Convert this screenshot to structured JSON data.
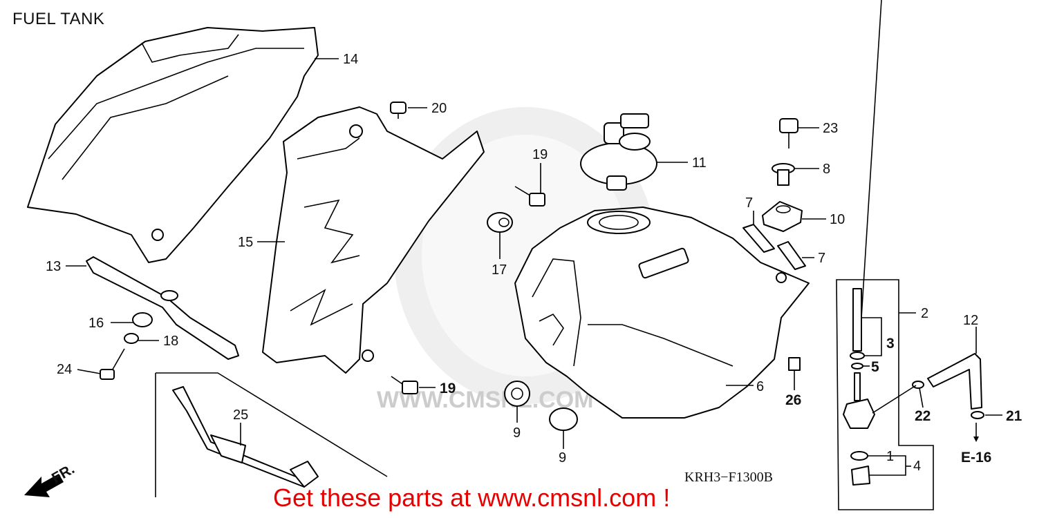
{
  "title": "FUEL TANK",
  "diagram_code": "KRH3−F1300B",
  "cta": "Get these parts at www.cmsnl.com !",
  "watermark_url": "WWW.CMSNL.COM",
  "direction_label": "FR.",
  "reference_label": "E-16",
  "callouts": [
    "14",
    "20",
    "19",
    "11",
    "23",
    "8",
    "7",
    "10",
    "15",
    "13",
    "17",
    "7",
    "2",
    "16",
    "3",
    "18",
    "5",
    "12",
    "24",
    "19",
    "6",
    "26",
    "22",
    "21",
    "25",
    "9",
    "9",
    "1",
    "4"
  ],
  "colors": {
    "cta": "#e60000",
    "watermark": "#d2d2d2"
  }
}
